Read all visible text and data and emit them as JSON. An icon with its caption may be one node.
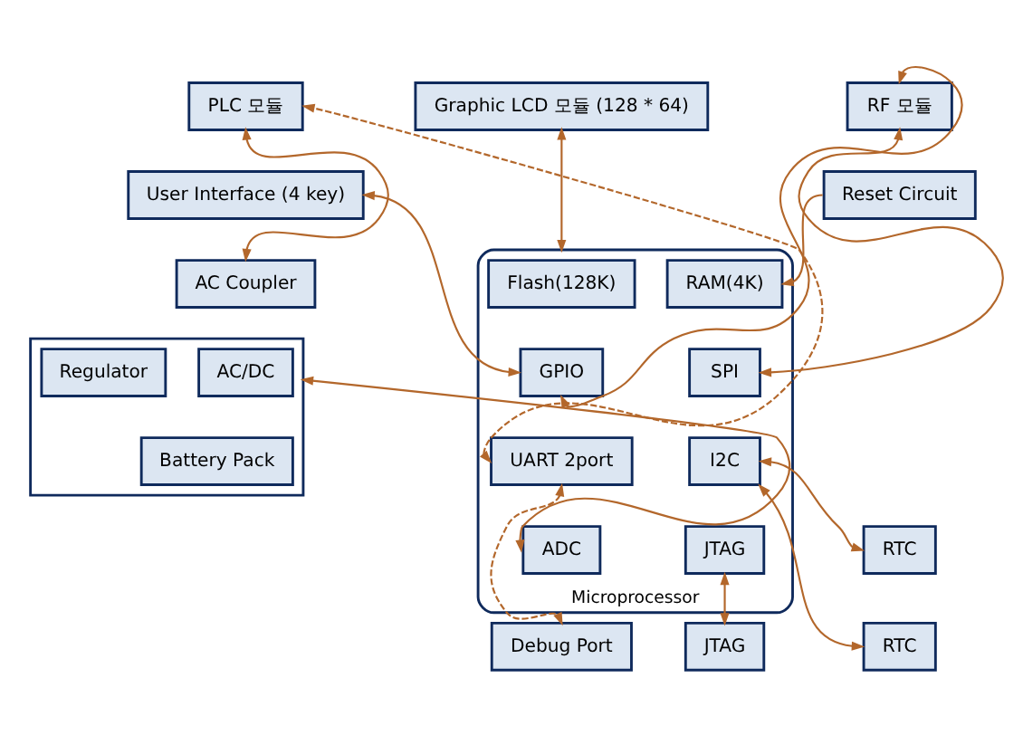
{
  "diagram": {
    "nodes": [
      {
        "text": [
          "PLC 모듈"
        ]
      },
      {
        "text": [
          "Graphic LCD 모듈 (128 * 64)"
        ]
      },
      {
        "text": [
          "RF 모듈"
        ]
      },
      {
        "text": [
          "User Interface (4 key)"
        ]
      },
      {
        "text": [
          "Microprocessor"
        ]
      },
      {
        "text": [
          "Flash(128K)"
        ],
        "in": 4
      },
      {
        "text": [
          "RAM(4K)"
        ],
        "in": 4
      },
      {
        "text": [
          "GPIO"
        ],
        "in": 4
      },
      {
        "text": [
          "SPI"
        ],
        "in": 4
      },
      {
        "text": [
          "UART 2port"
        ],
        "in": 4
      },
      {
        "text": [
          "I2C"
        ],
        "in": 4
      },
      {
        "text": [
          "ADC"
        ],
        "in": 4
      },
      {
        "text": [
          "JTAG"
        ],
        "in": 4
      },
      {
        "text": [
          "Reset Circuit"
        ]
      },
      {
        "text": [
          "AC Coupler"
        ]
      },
      {
        "text": [
          "RTC"
        ]
      },
      {
        "text": [
          "RTC"
        ]
      },
      {
        "text": [],
        "shape": "box"
      },
      {
        "text": [
          "AC/DC"
        ],
        "in": 17
      },
      {
        "text": [
          "Battery Pack"
        ],
        "in": 17
      },
      {
        "text": [
          "Regulator"
        ],
        "in": 17
      },
      {
        "text": [
          "Debug Port"
        ]
      },
      {
        "text": [
          "JTAG"
        ]
      }
    ],
    "edges": [
      {
        "from": 0,
        "to": 14,
        "arrow": "both"
      },
      {
        "from": 1,
        "to": 4,
        "arrow": "both"
      },
      {
        "from": 3,
        "to": 7,
        "arrow": "both"
      },
      {
        "from": 7,
        "to": 2,
        "arrow": "both"
      },
      {
        "from": 8,
        "to": 2,
        "arrow": "both"
      },
      {
        "from": 13,
        "to": 6,
        "arrow": "to"
      },
      {
        "from": 9,
        "to": 0,
        "arrow": "both",
        "style": "dashed"
      },
      {
        "from": 9,
        "to": 21,
        "arrow": "both",
        "style": "dashed"
      },
      {
        "from": 11,
        "to": 17,
        "arrow": "both"
      },
      {
        "from": 10,
        "to": 15,
        "arrow": "both"
      },
      {
        "from": 10,
        "to": 16,
        "arrow": "both"
      },
      {
        "from": 12,
        "to": 22,
        "arrow": "both"
      }
    ]
  }
}
